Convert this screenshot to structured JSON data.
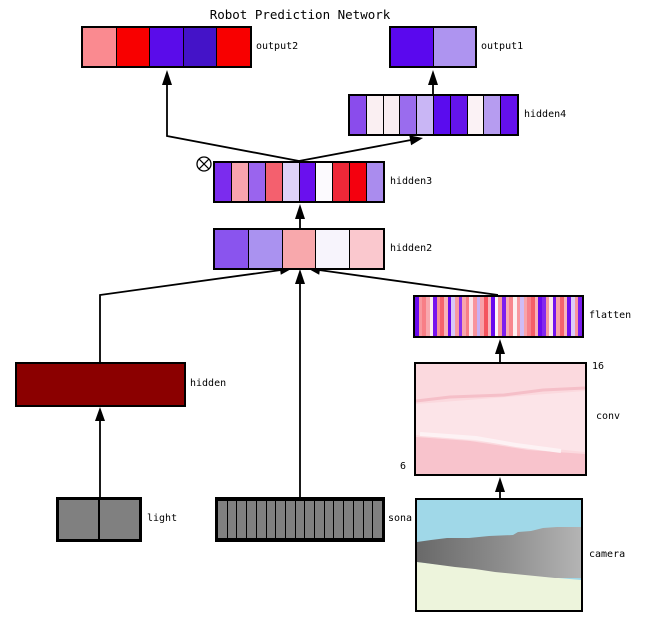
{
  "title": "Robot Prediction Network",
  "layers": {
    "output2": {
      "label": "output2",
      "cells": [
        "#fa8a90",
        "#f80000",
        "#5a0cea",
        "#4413c8",
        "#f80000"
      ]
    },
    "output1": {
      "label": "output1",
      "cells": [
        "#5a08ee",
        "#ae94f0"
      ]
    },
    "hidden4": {
      "label": "hidden4",
      "cells": [
        "#8a4cec",
        "#faeff2",
        "#f9edf1",
        "#9a6cee",
        "#c9b6f5",
        "#5a0cee",
        "#6414ea",
        "#fbf2f5",
        "#b69cf0",
        "#6410ec"
      ]
    },
    "hidden3": {
      "label": "hidden3",
      "operator_icon": "circle-times",
      "cells": [
        "#7b2cee",
        "#f8a4ae",
        "#9a64ee",
        "#f4606e",
        "#ded2f8",
        "#6a10ee",
        "#fcfafe",
        "#ee2838",
        "#f4000e",
        "#aa8cee"
      ]
    },
    "hidden2": {
      "label": "hidden2",
      "cells": [
        "#8a54ee",
        "#aa92f0",
        "#f8a8ac",
        "#f7f4fc",
        "#fac8ce"
      ]
    },
    "hidden": {
      "label": "hidden",
      "cells": [
        "#8b0000"
      ]
    },
    "flatten": {
      "label": "flatten",
      "stripes": [
        "#6a0aee",
        "#f8989e",
        "#f87f86",
        "#f8a8ae",
        "#fceef0",
        "#7714ee",
        "#f89098",
        "#f5626c",
        "#f8b2b8",
        "#6a0aee",
        "#d8c8f6",
        "#f89aa2",
        "#8a30ee",
        "#f8a6ac",
        "#f87e86",
        "#fbe4e8",
        "#f8949c",
        "#c8b0f4",
        "#f8a0a8",
        "#f4545e",
        "#f8b6bc",
        "#6a0aee",
        "#fdf6f8",
        "#f89aa0",
        "#7d20ee",
        "#f8acb2",
        "#f8868e",
        "#fcf0f2",
        "#f898a0",
        "#d0bcf6",
        "#f8a4aa",
        "#f8808a",
        "#f55e68",
        "#f8b0b6",
        "#6a0aee",
        "#8428ee",
        "#f89aa2",
        "#fbe8ec",
        "#7214ee",
        "#f8a2a8",
        "#f4626c",
        "#f8b4ba",
        "#6e0eee",
        "#dcccf8",
        "#f8969e",
        "#7a1cee"
      ]
    },
    "conv": {
      "label": "conv",
      "dim_top": "16",
      "dim_left": "6",
      "base_color": "#fbd9de",
      "mid_color": "#fce4e8",
      "stripe_dark": "#f5bfc8",
      "stripe_light": "#fdf2f4",
      "bottom_band": "#f8c3cc"
    },
    "light": {
      "label": "light",
      "cells": [
        "#808080",
        "#808080"
      ]
    },
    "sonar": {
      "label": "sona",
      "cells": [
        "#808080",
        "#808080",
        "#808080",
        "#808080",
        "#808080",
        "#808080",
        "#808080",
        "#808080",
        "#808080",
        "#808080",
        "#808080",
        "#808080",
        "#808080",
        "#808080",
        "#808080",
        "#808080",
        "#808080"
      ]
    },
    "camera": {
      "label": "camera",
      "sky_color": "#a0d8e8",
      "ground_color": "#edf4dc",
      "band_left": "#696969",
      "band_mid": "#8f8f8f",
      "band_right": "#b4b4b4"
    }
  }
}
